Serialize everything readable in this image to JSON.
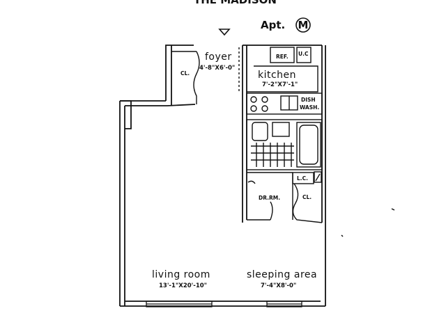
{
  "header": {
    "building": "THE MADISON",
    "apt_prefix": "Apt.",
    "apt_letter": "M"
  },
  "rooms": {
    "foyer": {
      "name": "foyer",
      "dims": "4'-8\"X6'-0\""
    },
    "kitchen": {
      "name": "kitchen",
      "dims": "7'-2\"X7'-1\""
    },
    "living_room": {
      "name": "living room",
      "dims": "13'-1\"X20'-10\""
    },
    "sleeping_area": {
      "name": "sleeping area",
      "dims": "7'-4\"X8'-0\""
    }
  },
  "fixtures": {
    "foyer_closet": "CL.",
    "refrigerator": "REF.",
    "upper_cabinet": "U.C",
    "dishwasher_line1": "DISH",
    "dishwasher_line2": "WASH.",
    "linen_closet": "L.C.",
    "dressing_room": "DR.RM.",
    "bath_closet": "CL."
  }
}
